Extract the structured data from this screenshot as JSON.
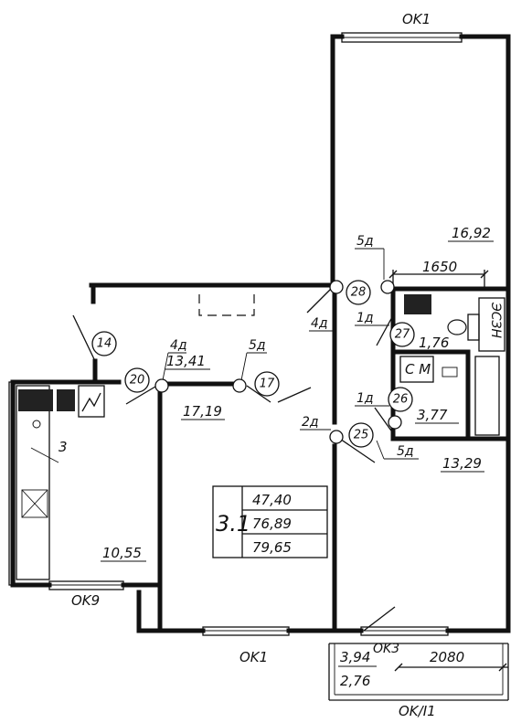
{
  "windows": {
    "ok1_top": "OK1",
    "ok1_bottom": "OK1",
    "ok9": "OK9",
    "ok3": "OK3",
    "okl1": "OK/I1"
  },
  "areas": {
    "room_top": "16,92",
    "hall": "13,41",
    "living": "17,19",
    "kitchen": "10,55",
    "bath": "1,76",
    "wc": "3,77",
    "room_right": "13,29",
    "balcony_1": "3,94",
    "balcony_2": "2,76"
  },
  "dimensions": {
    "top": "1650",
    "bottom": "2080"
  },
  "summary": {
    "apt_label": "3.1",
    "living_area": "47,40",
    "total_area": "76,89",
    "total_with_balcony": "79,65"
  },
  "fixtures": {
    "washer": "С М",
    "shaft": "ЭСЗН",
    "kitchen_3": "3"
  },
  "markers": {
    "m14": "14",
    "m17": "17",
    "m20": "20",
    "m25": "25",
    "m26": "26",
    "m27": "27",
    "m28": "28"
  },
  "doors": {
    "d5_top": "5д",
    "d4_top": "4д",
    "d1_top": "1д",
    "d4_left": "4д",
    "d5_mid": "5д",
    "d2": "2д",
    "d1_mid": "1д",
    "d5_bottom": "5д"
  }
}
